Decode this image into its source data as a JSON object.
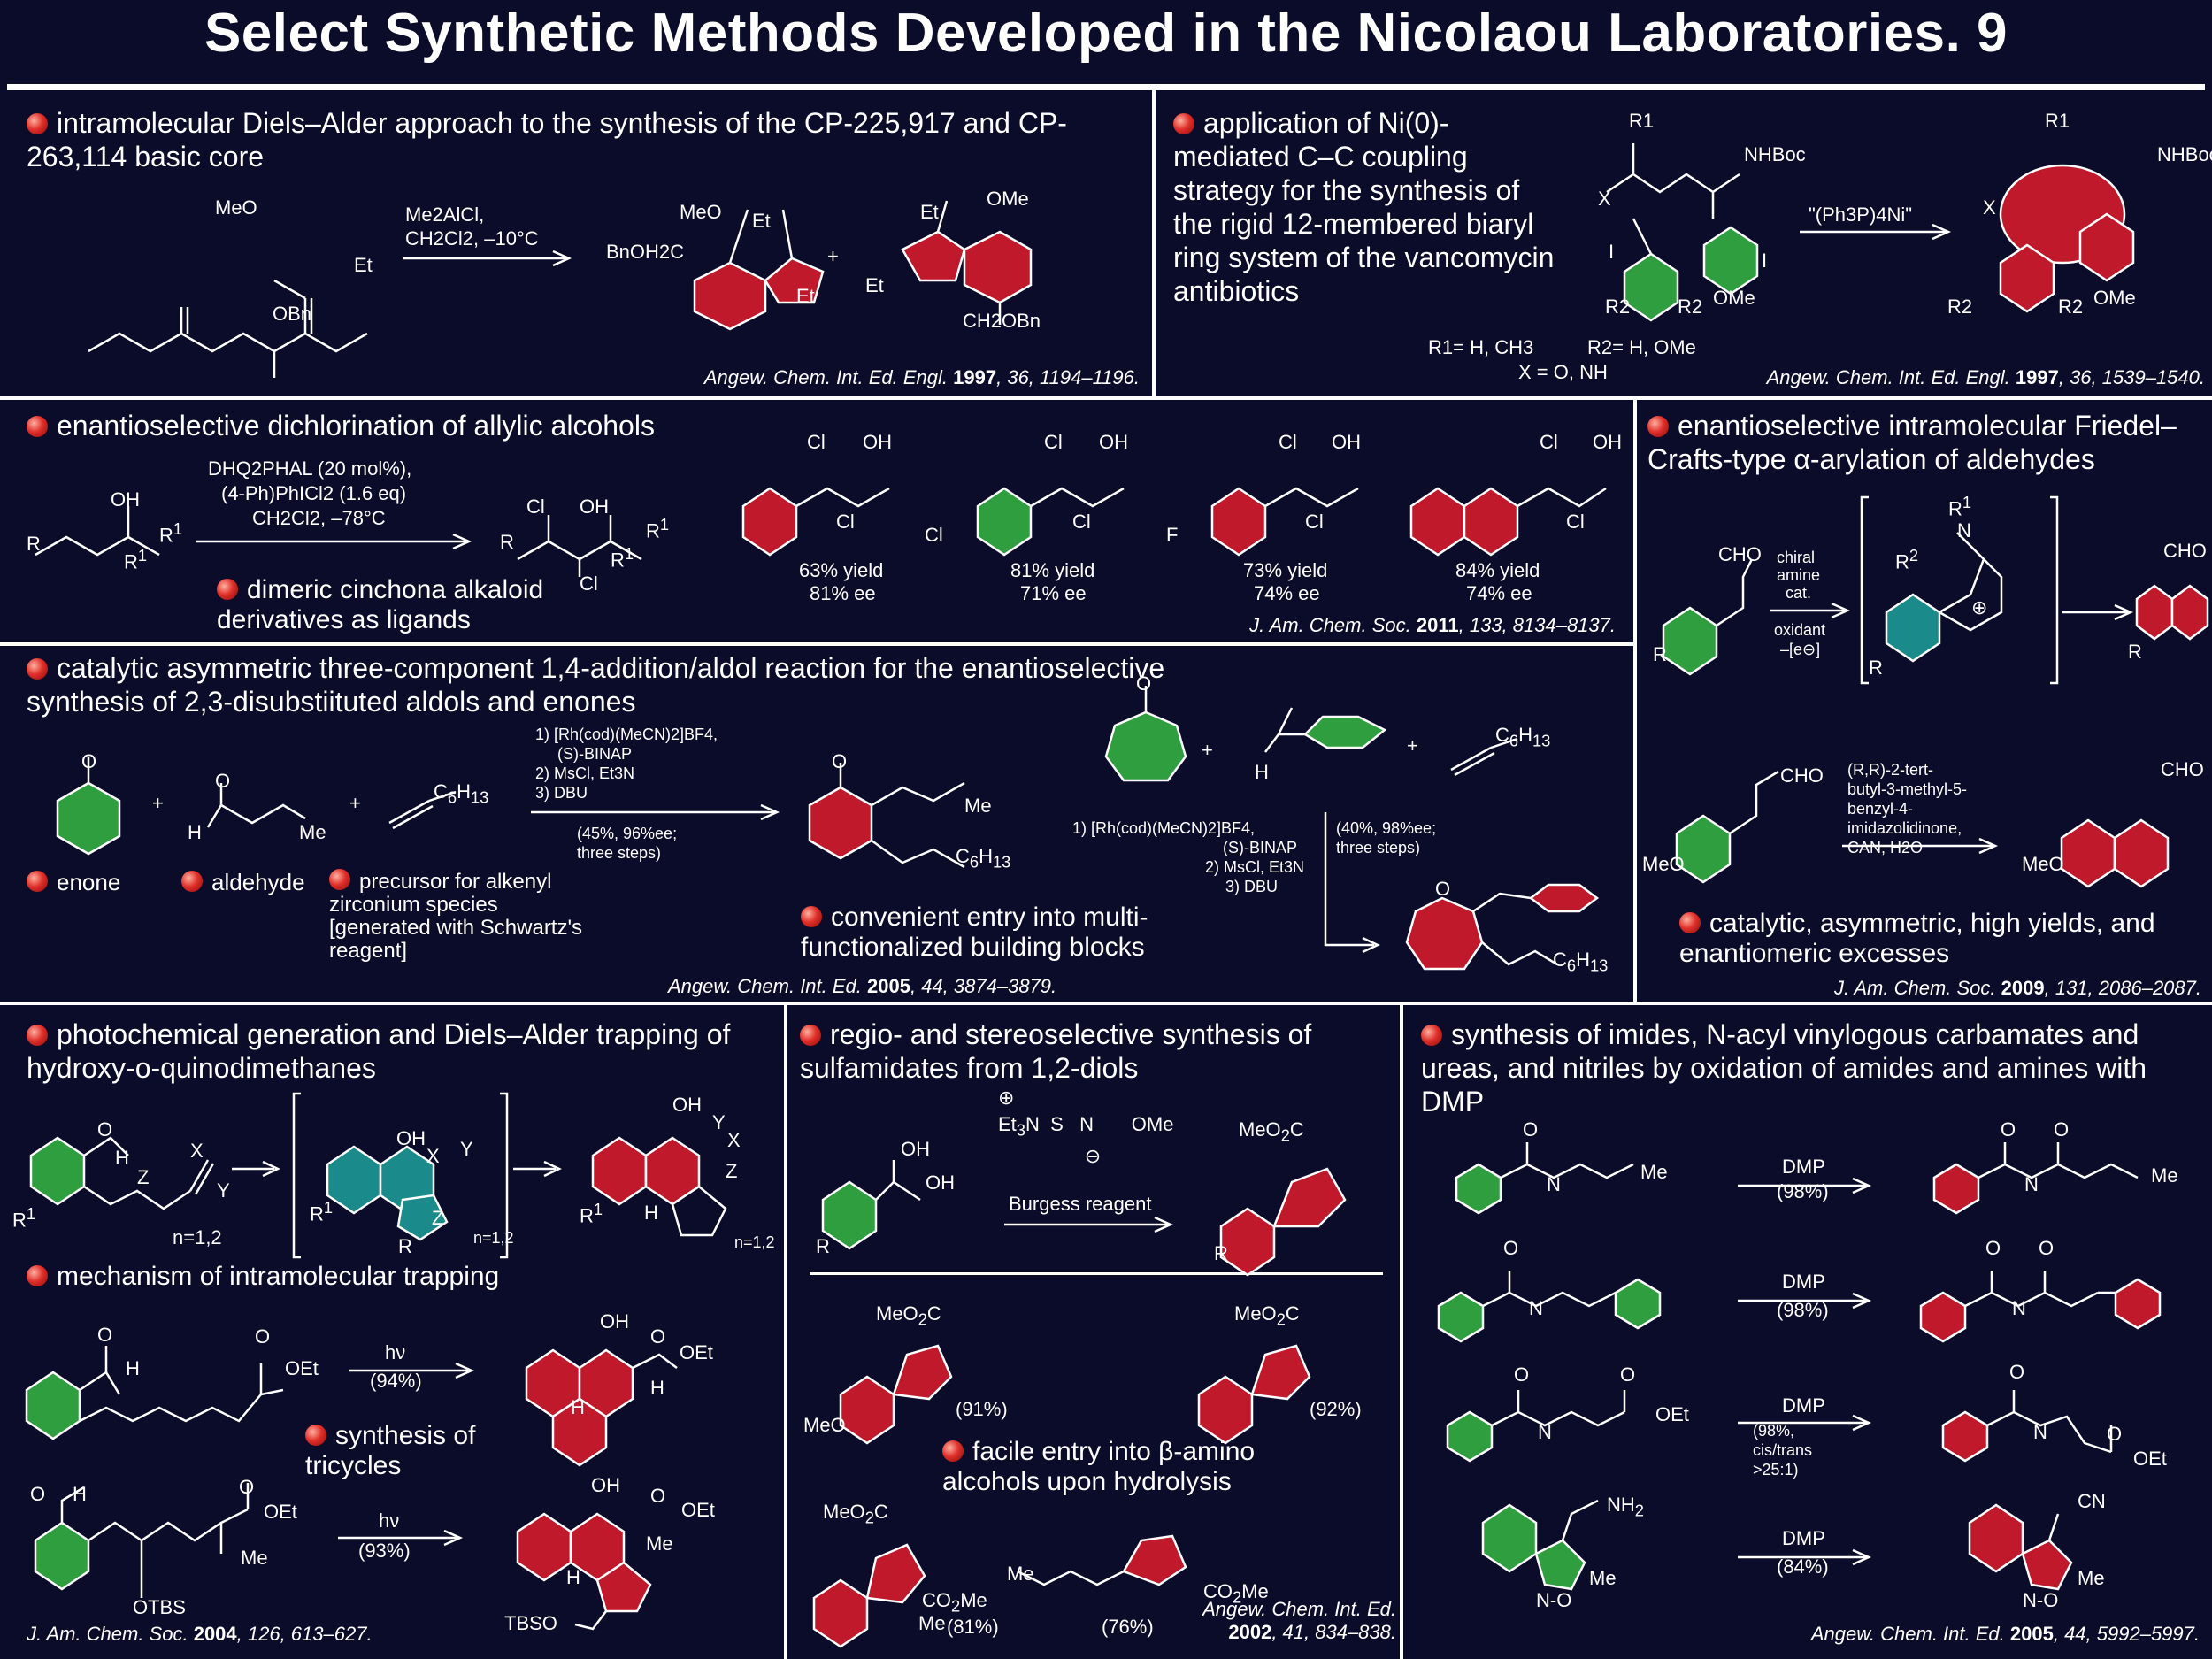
{
  "title": "Select Synthetic Methods Developed in the Nicolaou Laboratories. 9",
  "p1": {
    "heading": "intramolecular Diels–Alder approach to the synthesis of the CP-225,917 and CP-263,114 basic core",
    "reagents": [
      "Me2AlCl,",
      "CH2Cl2, –10°C"
    ],
    "labels": [
      "MeO",
      "Et",
      "OBn",
      "MeO",
      "Et",
      "BnOH2C",
      "Et",
      "OMe",
      "Et",
      "Et",
      "CH2OBn"
    ],
    "cite_pre": "Angew. Chem. Int. Ed. Engl.",
    "cite_year": "1997",
    "cite_post": ", 36, 1194–1196."
  },
  "p2": {
    "heading": "application of Ni(0)-mediated C–C coupling strategy for the synthesis of the rigid 12-membered biaryl ring system of the vancomycin antibiotics",
    "reagent": "\"(Ph3P)4Ni\"",
    "labels": [
      "R1",
      "NHBoc",
      "X",
      "I",
      "I",
      "R2",
      "R2",
      "OMe",
      "R1",
      "NHBoc",
      "X",
      "R2",
      "R2",
      "OMe"
    ],
    "defs": [
      "R1= H, CH3",
      "R2= H, OMe",
      "X = O, NH"
    ],
    "cite_pre": "Angew. Chem. Int. Ed. Engl.",
    "cite_year": "1997",
    "cite_post": ", 36, 1539–1540."
  },
  "p3": {
    "heading": "enantioselective dichlorination of allylic alcohols",
    "reagents": [
      "DHQ2PHAL (20 mol%),",
      "(4-Ph)PhICl2 (1.6 eq)",
      "CH2Cl2, –78°C"
    ],
    "note": "dimeric cinchona alkaloid derivatives as ligands",
    "products": [
      {
        "yield": "63% yield",
        "ee": "81% ee",
        "sub": ""
      },
      {
        "yield": "81% yield",
        "ee": "71% ee",
        "sub": "Cl"
      },
      {
        "yield": "73% yield",
        "ee": "74% ee",
        "sub": "F"
      },
      {
        "yield": "84% yield",
        "ee": "74% ee",
        "sub": ""
      }
    ],
    "cite_pre": "J. Am. Chem. Soc.",
    "cite_year": "2011",
    "cite_post": ", 133, 8134–8137."
  },
  "p4": {
    "heading": "enantioselective intramolecular Friedel–Crafts-type α-arylation of aldehydes",
    "cond1": [
      "chiral",
      "amine",
      "cat.",
      "oxidant",
      "–[e⊖]"
    ],
    "cond2": [
      "(R,R)-2-tert-",
      "butyl-3-methyl-5-",
      "benzyl-4-",
      "imidazolidinone,",
      "CAN, H2O"
    ],
    "note": "catalytic, asymmetric, high yields, and enantiomeric excesses",
    "cite_pre": "J. Am. Chem. Soc.",
    "cite_year": "2009",
    "cite_post": ", 131, 2086–2087."
  },
  "p5": {
    "heading": "catalytic asymmetric three-component 1,4-addition/aldol reaction for the enantioselective synthesis of 2,3-disubstiituted aldols and enones",
    "cond1": [
      "1) [Rh(cod)(MeCN)2]BF4,",
      "(S)-BINAP",
      "2) MsCl, Et3N",
      "3) DBU",
      "(45%, 96%ee;",
      "three steps)"
    ],
    "cond2": [
      "1) [Rh(cod)(MeCN)2]BF4,",
      "(S)-BINAP",
      "2) MsCl, Et3N",
      "3) DBU"
    ],
    "cond2b": [
      "(40%, 98%ee;",
      "three steps)"
    ],
    "notes": [
      "enone",
      "aldehyde",
      "precursor for alkenyl zirconium species [generated with Schwartz's reagent]"
    ],
    "note2": "convenient entry into multi-functionalized building blocks",
    "cite_pre": "Angew. Chem. Int. Ed.",
    "cite_year": "2005",
    "cite_post": ", 44, 3874–3879."
  },
  "p6": {
    "heading": "photochemical generation and Diels–Alder trapping of hydroxy-o-quinodimethanes",
    "note1": "mechanism of intramolecular trapping",
    "note2": "synthesis of tricycles",
    "rxn1": [
      "hν",
      "(94%)"
    ],
    "rxn2": [
      "hν",
      "(93%)"
    ],
    "cite_pre": "J. Am. Chem. Soc.",
    "cite_year": "2004",
    "cite_post": ", 126, 613–627."
  },
  "p7": {
    "heading": "regio- and stereoselective synthesis of sulfamidates from 1,2-diols",
    "reagent": "Burgess reagent",
    "yields": [
      "(91%)",
      "(92%)",
      "(81%)",
      "(76%)"
    ],
    "note": "facile entry into β-amino alcohols upon hydrolysis",
    "cite_pre": "Angew. Chem. Int. Ed.",
    "cite_year": "2002",
    "cite_post": ", 41, 834–838."
  },
  "p8": {
    "heading": "synthesis of imides, N-acyl vinylogous carbamates and ureas, and nitriles by oxidation of amides and amines with DMP",
    "rxns": [
      {
        "reagent": "DMP",
        "yield": "(98%)"
      },
      {
        "reagent": "DMP",
        "yield": "(98%)"
      },
      {
        "reagent": "DMP",
        "yield": "(98%, cis/trans >25:1)"
      },
      {
        "reagent": "DMP",
        "yield": "(84%)"
      }
    ],
    "cite_pre": "Angew. Chem. Int. Ed.",
    "cite_year": "2005",
    "cite_post": ", 44, 5992–5997."
  },
  "colors": {
    "background": "#0b0b2a",
    "ring_red": "#c0192c",
    "ring_green": "#2f9e3f",
    "ring_teal": "#1a8a8a"
  }
}
